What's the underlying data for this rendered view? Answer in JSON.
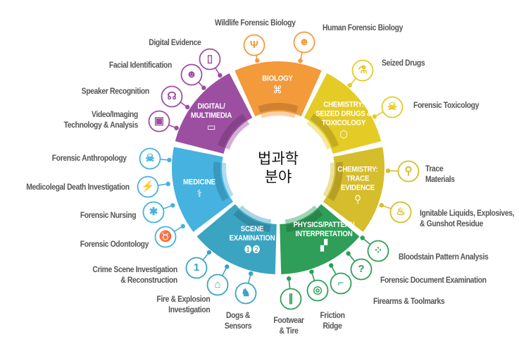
{
  "center": {
    "line1": "법과학",
    "line2": "분야"
  },
  "colors": {
    "biology": "#F39A3B",
    "chem_seized": "#E5CB26",
    "chem_trace": "#D5BD2B",
    "physics": "#2E9E58",
    "scene": "#3BA4C1",
    "medicine": "#45B2DF",
    "digital": "#9C4FA1",
    "text": "#555555"
  },
  "segments": [
    {
      "key": "biology",
      "lines": [
        "BIOLOGY"
      ],
      "icon": "dna-icon",
      "glyph": "⌘"
    },
    {
      "key": "chem_seized",
      "lines": [
        "CHEMISTRY:",
        "SEIZED DRUGS &",
        "TOXICOLOGY"
      ],
      "icon": "molecule-icon",
      "glyph": "⬡"
    },
    {
      "key": "chem_trace",
      "lines": [
        "CHEMISTRY:",
        "TRACE",
        "EVIDENCE"
      ],
      "icon": "magnifier-icon",
      "glyph": "⚲"
    },
    {
      "key": "physics",
      "lines": [
        "PHYSICS/PATTERN",
        "INTERPRETATION"
      ],
      "icon": "puzzle-icon",
      "glyph": "▞"
    },
    {
      "key": "scene",
      "lines": [
        "SCENE",
        "EXAMINATION"
      ],
      "icon": "evidence-markers-icon",
      "glyph": "❶❷"
    },
    {
      "key": "medicine",
      "lines": [
        "MEDICINE"
      ],
      "icon": "caduceus-icon",
      "glyph": "⚕"
    },
    {
      "key": "digital",
      "lines": [
        "DIGITAL/",
        "MULTIMEDIA"
      ],
      "icon": "laptop-icon",
      "glyph": "▭"
    }
  ],
  "items": [
    {
      "key": "biology",
      "lines": [
        "Wildlife Forensic Biology"
      ],
      "icon": "antlers-icon",
      "glyph": "Ψ"
    },
    {
      "key": "biology",
      "lines": [
        "Human Forensic Biology"
      ],
      "icon": "head-dna-icon",
      "glyph": "☻"
    },
    {
      "key": "chem_seized",
      "lines": [
        "Seized Drugs"
      ],
      "icon": "flask-icon",
      "glyph": "⚗"
    },
    {
      "key": "chem_seized",
      "lines": [
        "Forensic Toxicology"
      ],
      "icon": "skull-crossbones-icon",
      "glyph": "☠"
    },
    {
      "key": "chem_trace",
      "lines": [
        "Trace",
        "Materials"
      ],
      "icon": "microscope-icon",
      "glyph": "⚲"
    },
    {
      "key": "chem_trace",
      "lines": [
        "Ignitable Liquids, Explosives,",
        "& Gunshot Residue"
      ],
      "icon": "flame-icon",
      "glyph": "♨"
    },
    {
      "key": "physics",
      "lines": [
        "Bloodstain Pattern Analysis"
      ],
      "icon": "blood-spatter-icon",
      "glyph": "⁘"
    },
    {
      "key": "physics",
      "lines": [
        "Forensic Document Examination"
      ],
      "icon": "document-icon",
      "glyph": "?"
    },
    {
      "key": "physics",
      "lines": [
        "Firearms & Toolmarks"
      ],
      "icon": "pistol-icon",
      "glyph": "⌐"
    },
    {
      "key": "physics",
      "lines": [
        "Friction",
        "Ridge"
      ],
      "icon": "fingerprint-icon",
      "glyph": "◎"
    },
    {
      "key": "physics",
      "lines": [
        "Footwear",
        "& Tire"
      ],
      "icon": "footprints-icon",
      "glyph": "∥"
    },
    {
      "key": "scene",
      "lines": [
        "Dogs &",
        "Sensors"
      ],
      "icon": "dog-icon",
      "glyph": "♞"
    },
    {
      "key": "scene",
      "lines": [
        "Fire & Explosion",
        "Investigation"
      ],
      "icon": "burning-house-icon",
      "glyph": "⌂"
    },
    {
      "key": "scene",
      "lines": [
        "Crime Scene Investigation",
        "& Reconstruction"
      ],
      "icon": "evidence-marker-icon",
      "glyph": "1"
    },
    {
      "key": "medicine",
      "lines": [
        "Forensic Odontology"
      ],
      "icon": "tooth-icon",
      "glyph": "♉"
    },
    {
      "key": "medicine",
      "lines": [
        "Forensic Nursing"
      ],
      "icon": "star-of-life-icon",
      "glyph": "✱"
    },
    {
      "key": "medicine",
      "lines": [
        "Medicolegal Death Investigation"
      ],
      "icon": "running-figure-icon",
      "glyph": "⚡"
    },
    {
      "key": "medicine",
      "lines": [
        "Forensic Anthropology"
      ],
      "icon": "skull-icon",
      "glyph": "☠"
    },
    {
      "key": "digital",
      "lines": [
        "Video/Imaging",
        "Technology & Analysis"
      ],
      "icon": "video-icon",
      "glyph": "▣"
    },
    {
      "key": "digital",
      "lines": [
        "Speaker Recognition"
      ],
      "icon": "speaking-head-icon",
      "glyph": "☊"
    },
    {
      "key": "digital",
      "lines": [
        "Facial Identification"
      ],
      "icon": "head-profile-icon",
      "glyph": "☻"
    },
    {
      "key": "digital",
      "lines": [
        "Digital Evidence"
      ],
      "icon": "smartphone-icon",
      "glyph": "▯"
    }
  ]
}
